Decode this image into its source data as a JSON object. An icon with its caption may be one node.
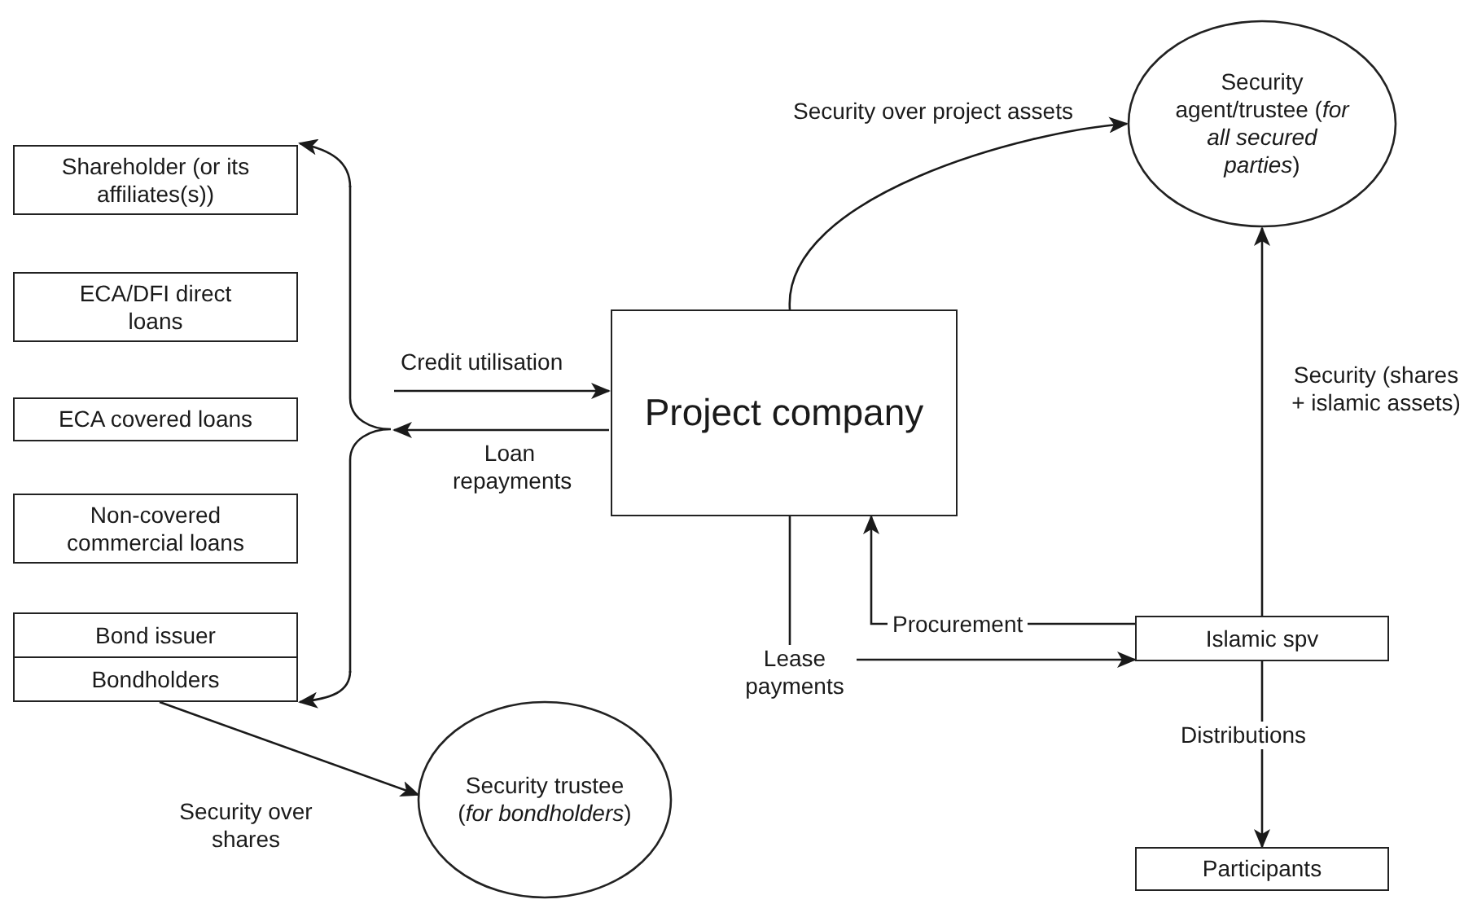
{
  "diagram": {
    "nodes": [
      {
        "text": [
          "Shareholder (or its affiliates(s))"
        ]
      },
      {
        "text": [
          "ECA/DFI direct loans"
        ]
      },
      {
        "text": [
          "ECA covered loans"
        ]
      },
      {
        "text": [
          "Non-covered commercial loans"
        ]
      },
      {
        "text": [
          "Bond issuer"
        ]
      },
      {
        "text": [
          "Bondholders"
        ]
      },
      {
        "text": [
          "Project company"
        ]
      },
      {
        "text": [
          "Security agent/trustee (*for all secured parties*)"
        ]
      },
      {
        "text": [
          "Islamic spv"
        ]
      },
      {
        "text": [
          "Participants"
        ]
      },
      {
        "text": [
          "Security trustee (*for bondholders*)"
        ]
      },
      {
        "text": [],
        "shape": "brace"
      }
    ],
    "edges": [
      {
        "from": 11,
        "to": 6,
        "arrow": "to",
        "label": "Credit utilisation"
      },
      {
        "from": 6,
        "to": 11,
        "arrow": "to",
        "label": "Loan repayments"
      },
      {
        "from": 6,
        "to": 7,
        "arrow": "to",
        "label": "Security over project assets"
      },
      {
        "from": 8,
        "to": 7,
        "arrow": "to",
        "label": "Security (shares + islamic assets)"
      },
      {
        "from": 8,
        "to": 6,
        "arrow": "to",
        "label": "Procurement"
      },
      {
        "from": 6,
        "to": 8,
        "arrow": "to",
        "label": "Lease payments"
      },
      {
        "from": 8,
        "to": 9,
        "arrow": "to",
        "label": "Distributions"
      },
      {
        "from": 5,
        "to": 10,
        "arrow": "to",
        "label": "Security over shares"
      },
      {
        "from": 11,
        "to": 0,
        "arrow": "to"
      },
      {
        "from": 11,
        "to": 5,
        "arrow": "to"
      }
    ]
  }
}
